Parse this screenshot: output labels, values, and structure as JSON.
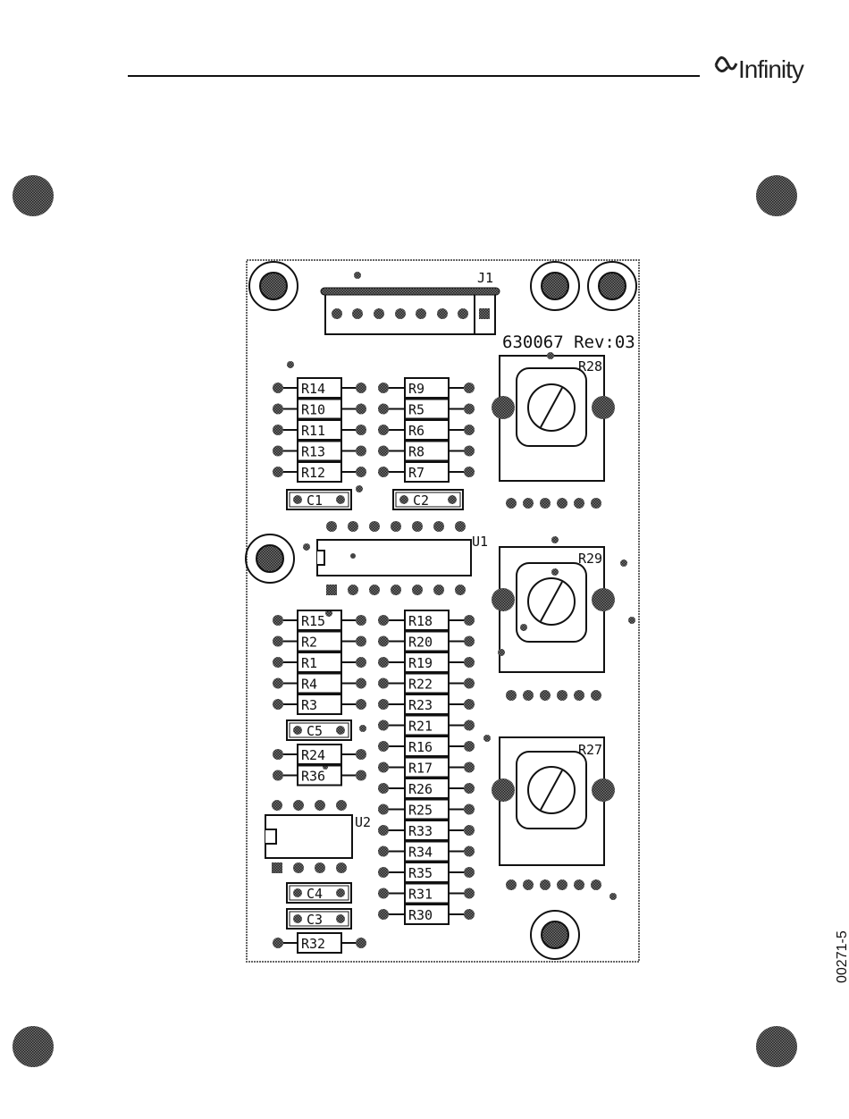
{
  "brand": {
    "name": "Infinity"
  },
  "doc_ref": "00271-5",
  "board": {
    "part_label": "630067 Rev:03",
    "connector": {
      "designator": "J1"
    },
    "resistors_left_top": [
      "R14",
      "R10",
      "R11",
      "R13",
      "R12"
    ],
    "resistors_mid_top": [
      "R9",
      "R5",
      "R6",
      "R8",
      "R7"
    ],
    "caps_top": [
      "C1",
      "C2"
    ],
    "ic_u1": "U1",
    "resistors_left_bottom": [
      "R15",
      "R2",
      "R1",
      "R4",
      "R3"
    ],
    "cap_c5": "C5",
    "resistors_left_low": [
      "R24",
      "R36"
    ],
    "resistors_mid_bottom": [
      "R18",
      "R20",
      "R19",
      "R22",
      "R23",
      "R21",
      "R16",
      "R17",
      "R26",
      "R25",
      "R33",
      "R34",
      "R35",
      "R31",
      "R30"
    ],
    "ic_u2": "U2",
    "caps_bottom": [
      "C4",
      "C3"
    ],
    "resistor_r32": "R32",
    "potentiometers": [
      "R28",
      "R29",
      "R27"
    ]
  }
}
